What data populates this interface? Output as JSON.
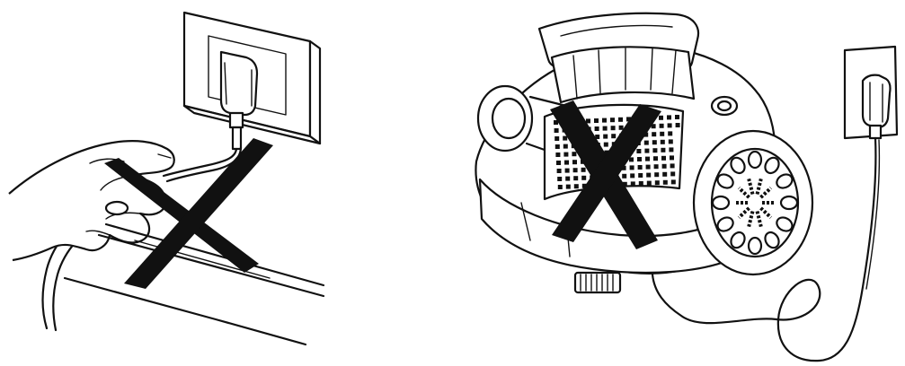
{
  "figure": {
    "panels": [
      {
        "id": "pull-plug-by-cord",
        "prohibition_mark": "X"
      },
      {
        "id": "unplug-without-switching-off",
        "prohibition_mark": "X"
      }
    ]
  },
  "colors": {
    "ink": "#111111",
    "background": "#ffffff"
  },
  "icons": [
    "prohibition-cross-icon",
    "wall-socket-icon",
    "plug-icon",
    "hand-icon",
    "vacuum-cleaner-icon"
  ]
}
